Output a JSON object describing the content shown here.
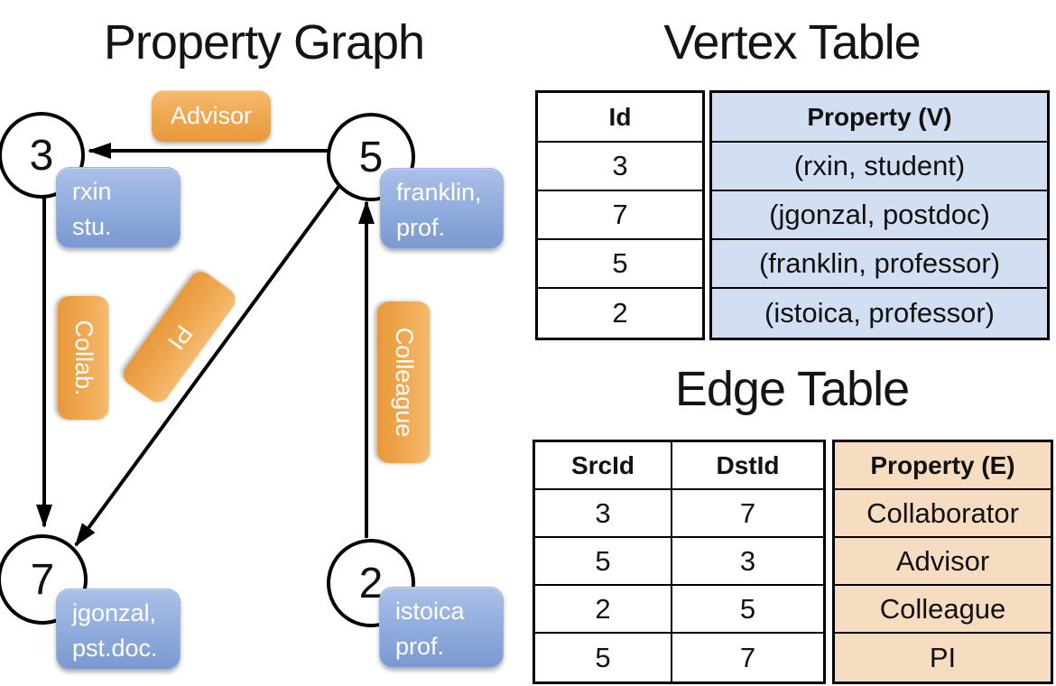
{
  "graph": {
    "title": "Property Graph",
    "nodes": {
      "n3": {
        "id": "3",
        "prop1": "rxin",
        "prop2": "stu."
      },
      "n5": {
        "id": "5",
        "prop1": "franklin,",
        "prop2": "prof."
      },
      "n7": {
        "id": "7",
        "prop1": "jgonzal,",
        "prop2": "pst.doc."
      },
      "n2": {
        "id": "2",
        "prop1": "istoica",
        "prop2": "prof."
      }
    },
    "edge_labels": {
      "advisor": "Advisor",
      "collab": "Collab.",
      "pi": "PI",
      "colleague": "Colleague"
    }
  },
  "vertex_table": {
    "title": "Vertex Table",
    "id_header": "Id",
    "property_header": "Property (V)",
    "rows": [
      {
        "id": "3",
        "property": "(rxin, student)"
      },
      {
        "id": "7",
        "property": "(jgonzal, postdoc)"
      },
      {
        "id": "5",
        "property": "(franklin, professor)"
      },
      {
        "id": "2",
        "property": "(istoica, professor)"
      }
    ]
  },
  "edge_table": {
    "title": "Edge Table",
    "src_header": "SrcId",
    "dst_header": "DstId",
    "property_header": "Property (E)",
    "rows": [
      {
        "src": "3",
        "dst": "7",
        "property": "Collaborator"
      },
      {
        "src": "5",
        "dst": "3",
        "property": "Advisor"
      },
      {
        "src": "2",
        "dst": "5",
        "property": "Colleague"
      },
      {
        "src": "5",
        "dst": "7",
        "property": "PI"
      }
    ]
  },
  "colors": {
    "vertex_property_fill": "#d2def1",
    "edge_property_fill": "#f6ddc2",
    "vertex_pill_blue": "#8fabdc",
    "edge_pill_orange": "#efa850",
    "line_color": "#000000"
  }
}
